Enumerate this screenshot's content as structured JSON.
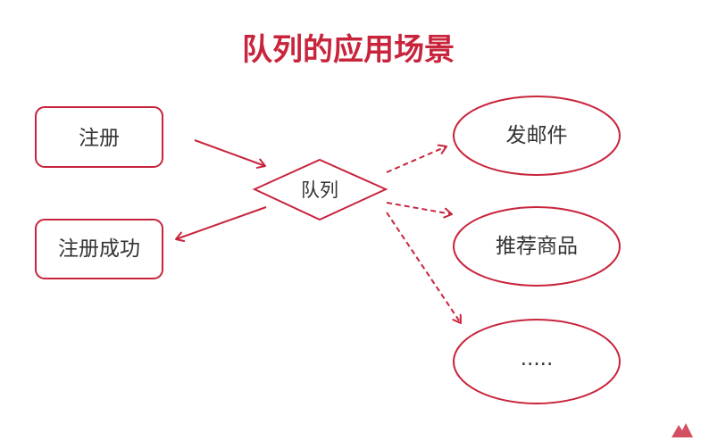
{
  "title": "队列的应用场景",
  "nodes": {
    "register": "注册",
    "register_success": "注册成功",
    "queue": "队列",
    "send_email": "发邮件",
    "recommend": "推荐商品",
    "more": "....."
  },
  "colors": {
    "accent": "#c8243c",
    "text": "#333333",
    "background": "#ffffff"
  }
}
